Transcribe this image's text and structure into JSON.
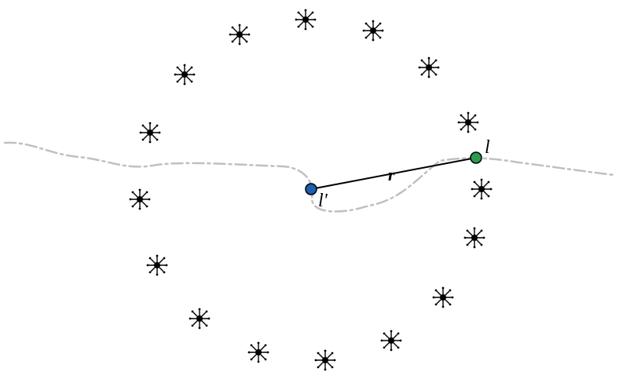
{
  "diagram": {
    "labels": {
      "point_l": "l",
      "point_l_prime": "l'",
      "segment_r": "r"
    },
    "colors": {
      "path": "#c0c0c0",
      "point_l": "#2e9a4e",
      "point_l_prime": "#1f5fb0",
      "segment": "#000000",
      "markers": "#000000"
    },
    "marker_count": 16,
    "marker_icon": "compass-star-icon"
  }
}
